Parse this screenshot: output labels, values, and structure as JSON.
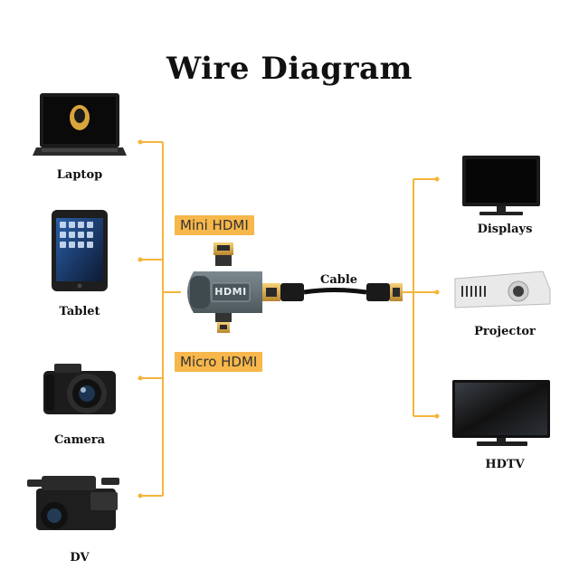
{
  "title": "Wire Diagram",
  "sources": {
    "laptop": "Laptop",
    "tablet": "Tablet",
    "camera": "Camera",
    "dv": "DV"
  },
  "adapter": {
    "mini_label": "Mini HDMI",
    "micro_label": "Micro HDMI",
    "body_text": "HDMI"
  },
  "cable_label": "Cable",
  "outputs": {
    "displays": "Displays",
    "projector": "Projector",
    "hdtv": "HDTV"
  },
  "colors": {
    "connector_line": "#f5b53a",
    "tag_background": "#f7b74a",
    "adapter_body": "#5d6a70"
  }
}
